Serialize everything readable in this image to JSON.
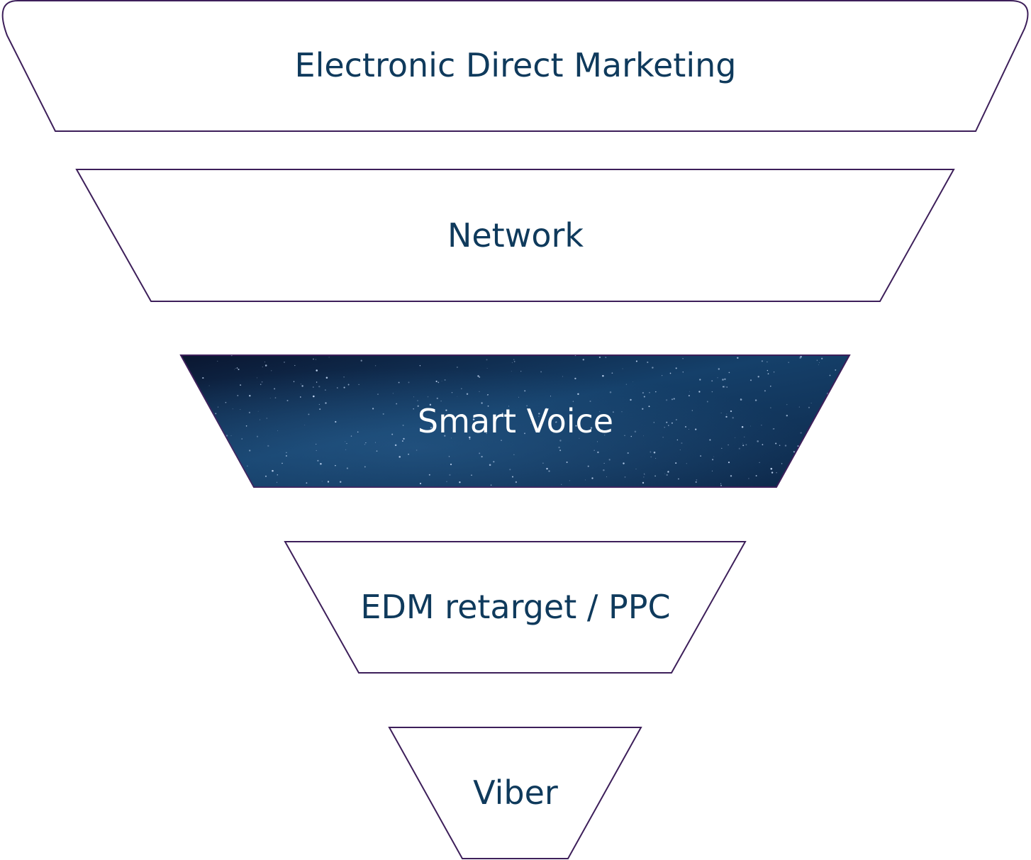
{
  "colors": {
    "outline": "#3d1f5a",
    "text_default": "#0f3a5c",
    "text_highlight": "#ffffff",
    "highlight_fill_dark": "#0b1a33",
    "highlight_fill_mid": "#123b63",
    "stars": "#cfe3ff"
  },
  "funnel": {
    "stages": [
      {
        "label": "Electronic Direct Marketing",
        "highlighted": false
      },
      {
        "label": "Network",
        "highlighted": false
      },
      {
        "label": "Smart Voice",
        "highlighted": true
      },
      {
        "label": "EDM retarget / PPC",
        "highlighted": false
      },
      {
        "label": "Viber",
        "highlighted": false
      }
    ]
  }
}
